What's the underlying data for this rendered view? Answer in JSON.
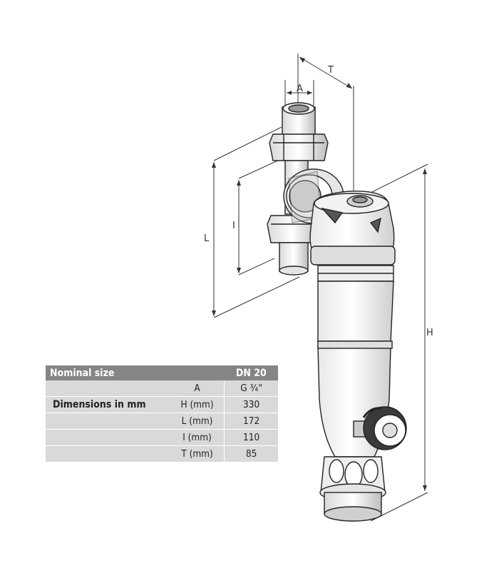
{
  "dimension_labels": {
    "A": "A",
    "T": "T",
    "L": "L",
    "I": "I",
    "H": "H"
  },
  "table": {
    "header": {
      "left": "Nominal size",
      "right": "DN 20"
    },
    "group_label": "Dimensions in mm",
    "rows": [
      {
        "param": "A",
        "value": "G ¾\""
      },
      {
        "param": "H (mm)",
        "value": "330"
      },
      {
        "param": "L (mm)",
        "value": "172"
      },
      {
        "param": "I (mm)",
        "value": "110"
      },
      {
        "param": "T (mm)",
        "value": "85"
      }
    ]
  }
}
